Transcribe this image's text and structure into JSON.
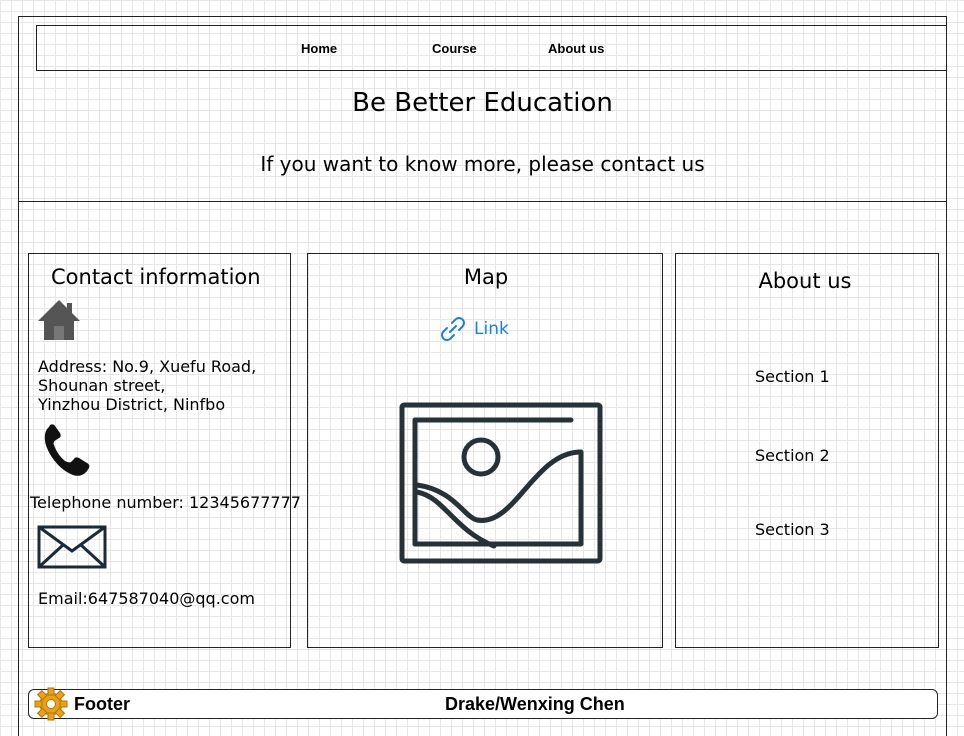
{
  "nav": {
    "items": [
      "Home",
      "Course",
      "About us"
    ]
  },
  "header": {
    "title": "Be Better Education",
    "subtitle": "If you want to know more, please contact us"
  },
  "contact": {
    "heading": "Contact information",
    "address_lines": [
      "Address: No.9, Xuefu Road,",
      "Shounan street,",
      "Yinzhou District, Ninfbo"
    ],
    "telephone": "Telephone number: 12345677777",
    "email": "Email:647587040@qq.com",
    "icons": [
      "home-icon",
      "phone-icon",
      "envelope-icon"
    ]
  },
  "map": {
    "heading": "Map",
    "link_label": "Link",
    "icons": [
      "link-icon",
      "image-placeholder-icon"
    ],
    "link_color": "#1a7fe0"
  },
  "about": {
    "heading": "About us",
    "sections": [
      "Section 1",
      "Section 2",
      "Section 3"
    ]
  },
  "footer": {
    "label": "Footer",
    "credit": "Drake/Wenxing Chen",
    "icon": "gear-icon"
  }
}
